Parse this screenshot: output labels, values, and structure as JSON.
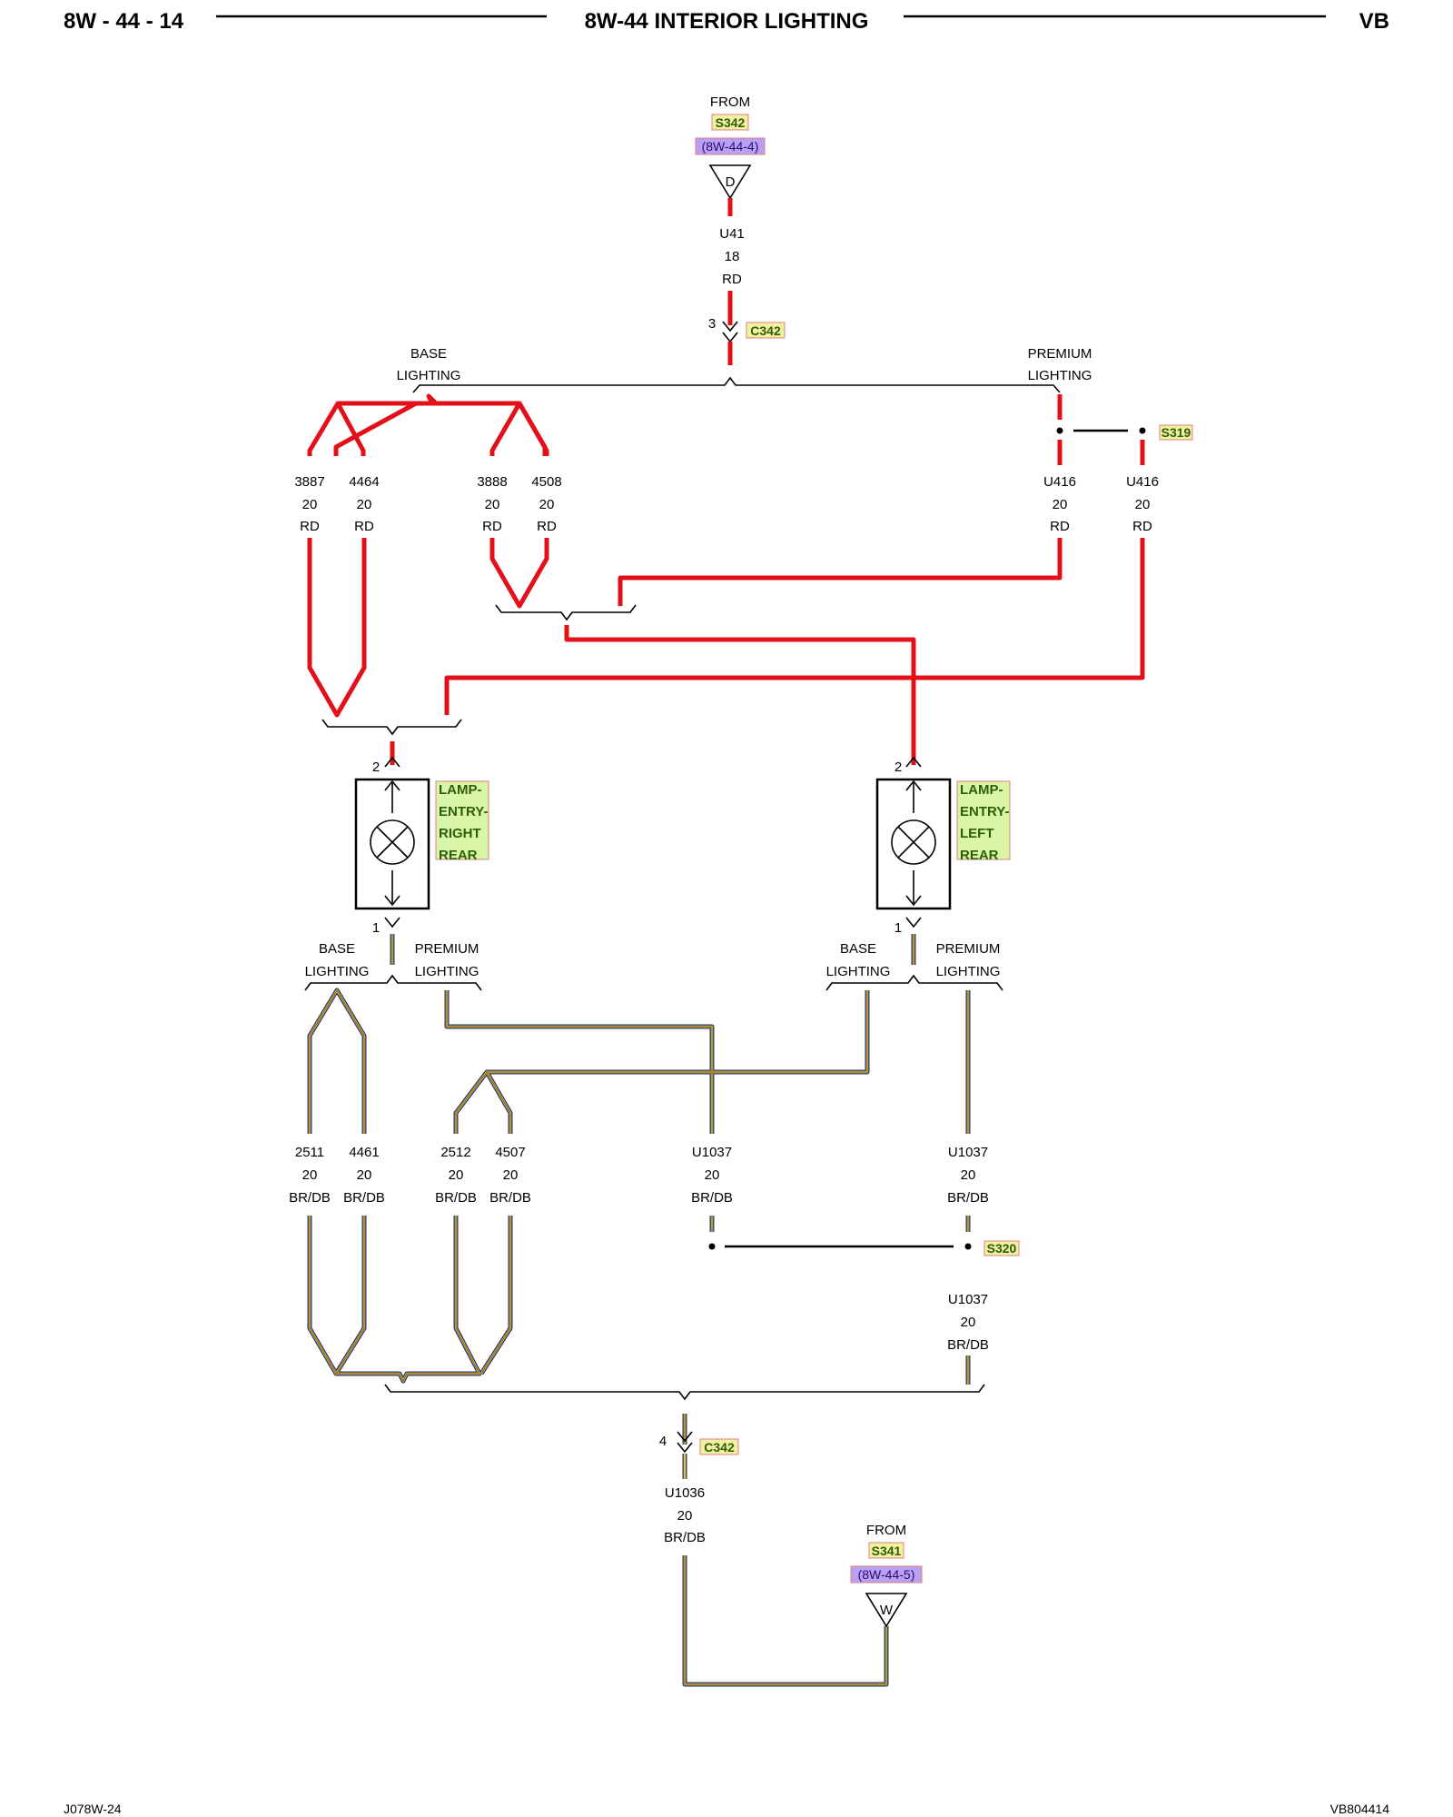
{
  "header": {
    "page_number": "8W - 44 - 14",
    "title": "8W-44 INTERIOR LIGHTING",
    "model": "VB"
  },
  "footer": {
    "left_code": "J078W-24",
    "right_code": "VB804414"
  },
  "colors": {
    "red_wire": "#e3101a",
    "brown_wire": "#8a5a1a",
    "yellow_wire": "#e8c020",
    "blue_wire": "#1e3a8a",
    "splice_tag_bg": "#f0f0a0",
    "ref_tag_bg": "#b9a0f0",
    "component_bg": "#d8f5a8"
  },
  "top_source": {
    "from": "FROM",
    "splice": "S342",
    "ref": "(8W-44-4)",
    "letter": "D"
  },
  "bottom_source": {
    "from": "FROM",
    "splice": "S341",
    "ref": "(8W-44-5)",
    "letter": "W"
  },
  "connectors": {
    "c342_top_pin": "3",
    "c342_top_name": "C342",
    "c342_bottom_pin": "4",
    "c342_bottom_name": "C342",
    "rr_pin2": "2",
    "rr_pin1": "1",
    "lr_pin2": "2",
    "lr_pin1": "1"
  },
  "splices": {
    "s319": "S319",
    "s320": "S320"
  },
  "options": {
    "base_line1": "BASE",
    "base_line2": "LIGHTING",
    "premium_line1": "PREMIUM",
    "premium_line2": "LIGHTING"
  },
  "components": {
    "right_rear": [
      "LAMP-",
      "ENTRY-",
      "RIGHT",
      "REAR"
    ],
    "left_rear": [
      "LAMP-",
      "ENTRY-",
      "LEFT",
      "REAR"
    ]
  },
  "wires": {
    "u41": [
      "U41",
      "18",
      "RD"
    ],
    "w3887": [
      "3887",
      "20",
      "RD"
    ],
    "w4464": [
      "4464",
      "20",
      "RD"
    ],
    "w3888": [
      "3888",
      "20",
      "RD"
    ],
    "w4508": [
      "4508",
      "20",
      "RD"
    ],
    "u416a": [
      "U416",
      "20",
      "RD"
    ],
    "u416b": [
      "U416",
      "20",
      "RD"
    ],
    "w2511": [
      "2511",
      "20",
      "BR/DB"
    ],
    "w4461": [
      "4461",
      "20",
      "BR/DB"
    ],
    "w2512": [
      "2512",
      "20",
      "BR/DB"
    ],
    "w4507": [
      "4507",
      "20",
      "BR/DB"
    ],
    "u1037a": [
      "U1037",
      "20",
      "BR/DB"
    ],
    "u1037b": [
      "U1037",
      "20",
      "BR/DB"
    ],
    "u1037c": [
      "U1037",
      "20",
      "BR/DB"
    ],
    "u1036": [
      "U1036",
      "20",
      "BR/DB"
    ]
  }
}
